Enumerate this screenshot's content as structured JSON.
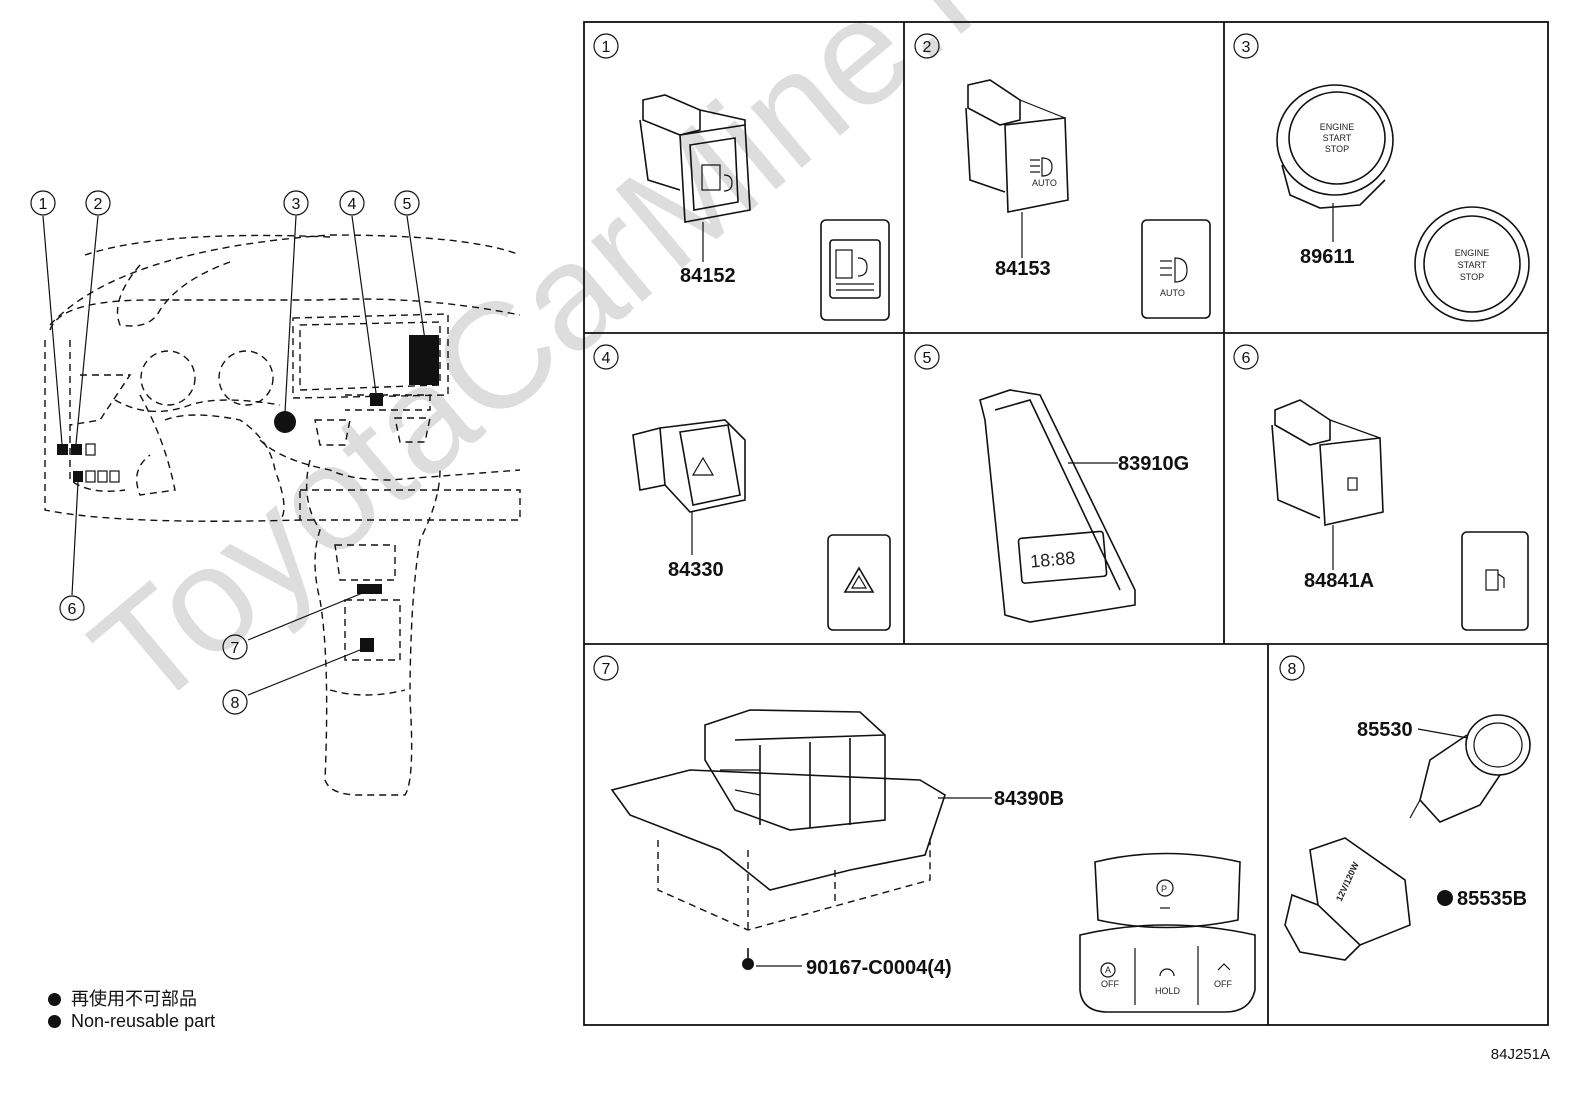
{
  "watermark": "ToyotaCarMine.ru",
  "legend": {
    "line1": "再使用不可部品",
    "line2": "Non-reusable part"
  },
  "diagram_code": "84J251A",
  "overview_callouts": [
    "1",
    "2",
    "3",
    "4",
    "5",
    "6",
    "7",
    "8"
  ],
  "panels": [
    {
      "number": "1",
      "parts": [
        "84152"
      ]
    },
    {
      "number": "2",
      "parts": [
        "84153"
      ]
    },
    {
      "number": "3",
      "parts": [
        "89611"
      ]
    },
    {
      "number": "4",
      "parts": [
        "84330"
      ]
    },
    {
      "number": "5",
      "parts": [
        "83910G"
      ]
    },
    {
      "number": "6",
      "parts": [
        "84841A"
      ]
    },
    {
      "number": "7",
      "parts": [
        "84390B",
        "90167-C0004(4)"
      ]
    },
    {
      "number": "8",
      "parts": [
        "85530",
        "85535B"
      ]
    }
  ],
  "switch_labels": {
    "auto": "AUTO",
    "engine_line1": "ENGINE",
    "engine_line2": "START",
    "engine_line3": "STOP",
    "clock": "18:88",
    "a_off": "OFF",
    "hold": "HOLD",
    "off": "OFF",
    "outlet": "12V/120W",
    "a_letter": "A"
  }
}
